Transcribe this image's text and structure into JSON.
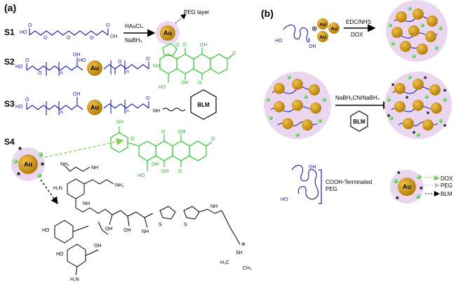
{
  "panels": {
    "a": "(a)",
    "b": "(b)"
  },
  "rows": {
    "s1": "S1",
    "s2": "S2",
    "s3": "S3",
    "s4": "S4"
  },
  "gold_label": "Au",
  "s1": {
    "reagent_top": "HAuCl₄",
    "reagent_bottom": "NaBH₄",
    "peg_layer": "PEG layer"
  },
  "s3": {
    "blm_box": "BLM"
  },
  "panel_b": {
    "reagent_top": "EDC/NHS",
    "reagent_bottom": "DOX",
    "reagent_step2": "NaBH₃CN/NaBH₄",
    "blm_box": "BLM",
    "peg_label_line1": "COOH-Terminated",
    "peg_label_line2": "PEG",
    "legend": {
      "dox": "DOX",
      "peg": "PEG",
      "blm": "BLM"
    }
  },
  "chem": {
    "ho": "HO",
    "oh": "OH",
    "o": "O",
    "n": "n",
    "nh": "NH",
    "nh2": "NH₂",
    "h2n": "H₂N",
    "s": "S",
    "sh": "SH",
    "ch3": "CH₃",
    "h3c": "H₃C",
    "h": "H",
    "n_atom": "N",
    "plus": "⊕",
    "star": "*"
  },
  "colors": {
    "gold": "#c8900e",
    "halo": "#ead7ef",
    "peg": "#1a1aa8",
    "dox": "#22c322",
    "blm": "#000000",
    "bead": "#3ddc3d"
  }
}
